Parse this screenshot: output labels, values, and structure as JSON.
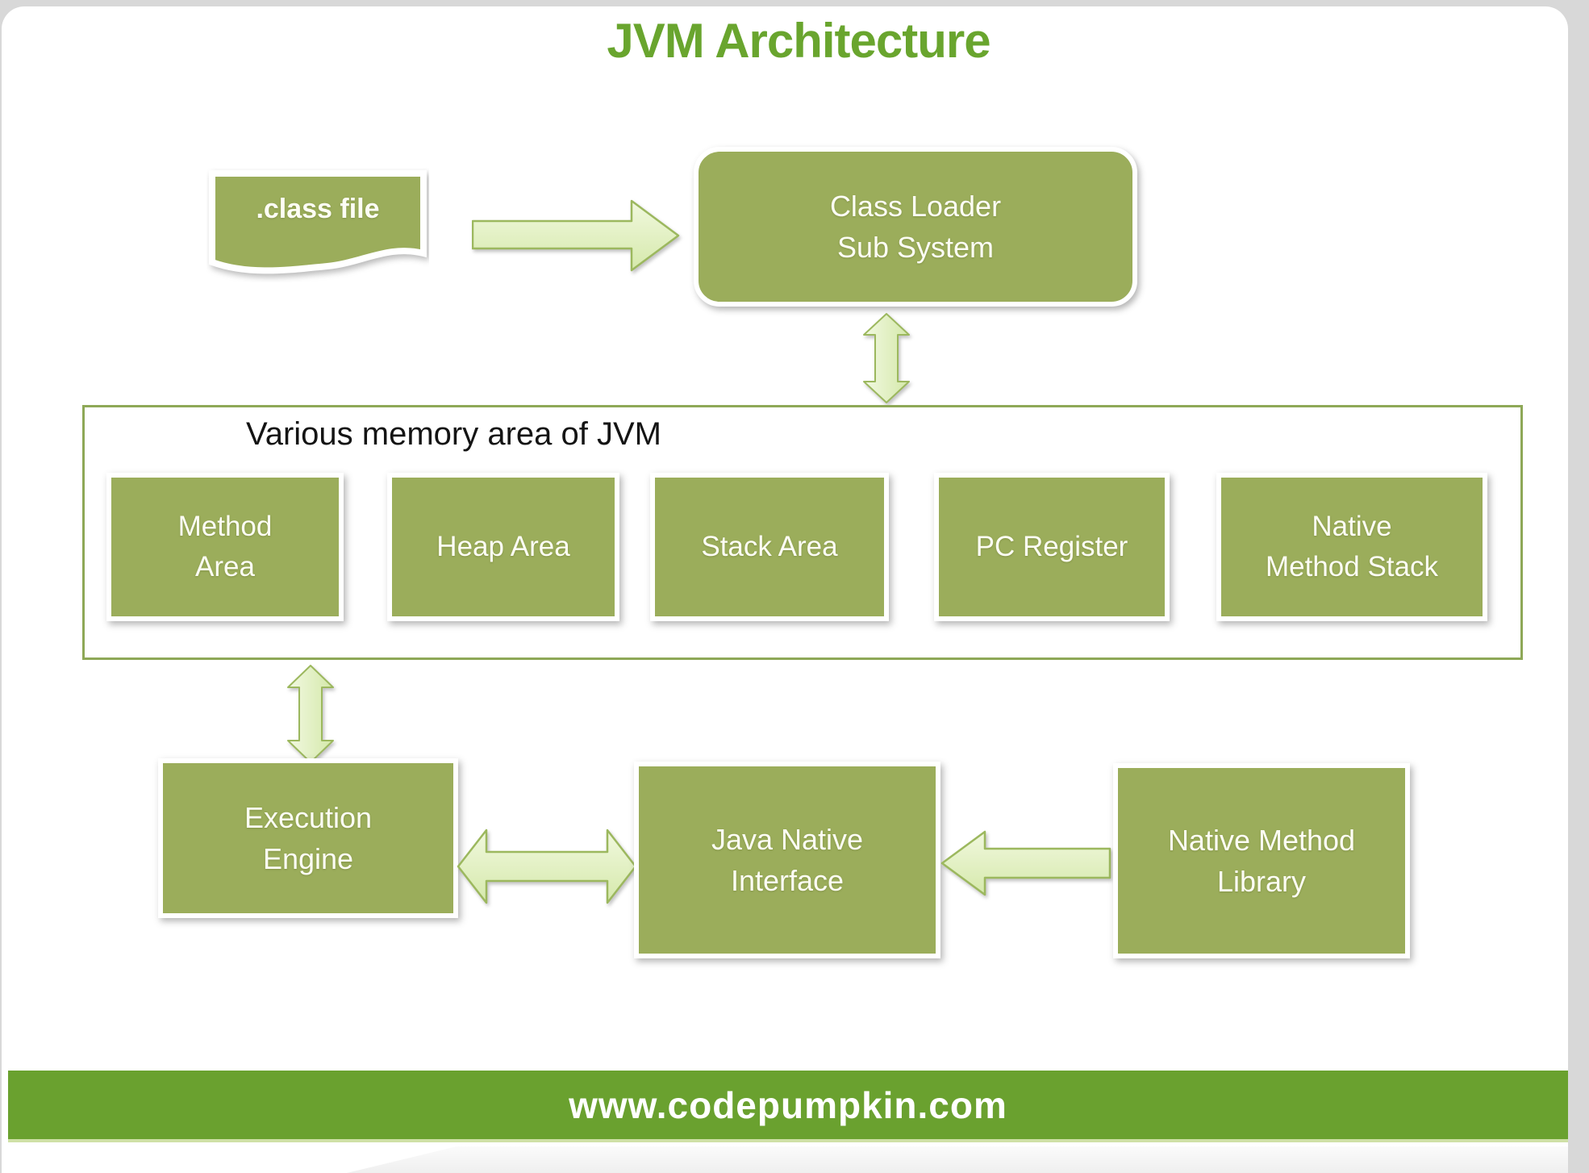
{
  "title": "JVM Architecture",
  "nodes": {
    "class_file": {
      "label": ".class file"
    },
    "class_loader": {
      "label": "Class Loader Sub System",
      "lines": [
        "Class Loader",
        "Sub System"
      ]
    },
    "execution_engine": {
      "label": "Execution Engine",
      "lines": [
        "Execution",
        "Engine"
      ]
    },
    "java_native_interface": {
      "label": "Java Native Interface",
      "lines": [
        "Java Native",
        "Interface"
      ]
    },
    "native_method_library": {
      "label": "Native Method Library",
      "lines": [
        "Native Method",
        "Library"
      ]
    }
  },
  "memory_area": {
    "label": "Various memory area of JVM",
    "boxes": [
      {
        "label": "Method Area",
        "lines": [
          "Method",
          "Area"
        ]
      },
      {
        "label": "Heap Area",
        "lines": [
          "Heap Area"
        ]
      },
      {
        "label": "Stack Area",
        "lines": [
          "Stack Area"
        ]
      },
      {
        "label": "PC Register",
        "lines": [
          "PC Register"
        ]
      },
      {
        "label": "Native Method Stack",
        "lines": [
          "Native",
          "Method Stack"
        ]
      }
    ]
  },
  "connections": [
    {
      "from": ".class file",
      "to": "Class Loader Sub System",
      "type": "arrow-right"
    },
    {
      "from": "Class Loader Sub System",
      "to": "Various memory area of JVM",
      "type": "double-arrow-vertical"
    },
    {
      "from": "Various memory area of JVM",
      "to": "Execution Engine",
      "type": "double-arrow-vertical"
    },
    {
      "from": "Execution Engine",
      "to": "Java Native Interface",
      "type": "double-arrow-horizontal"
    },
    {
      "from": "Native Method Library",
      "to": "Java Native Interface",
      "type": "arrow-left"
    }
  ],
  "footer": {
    "url": "www.codepumpkin.com"
  },
  "colors": {
    "node_fill": "#9bad5b",
    "node_text": "#fdfdf4",
    "title_text": "#69a52e",
    "banner_bg": "#6aa12f",
    "banner_text": "#ffffff",
    "arrow_fill_light": "#f1f8de",
    "arrow_fill_dark": "#d5e9ab",
    "arrow_stroke": "#9cb85e",
    "container_border": "#8ea857",
    "label_text": "#141414"
  }
}
